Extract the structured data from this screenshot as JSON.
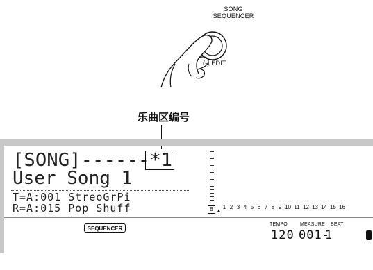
{
  "button_label": {
    "line1": "SONG",
    "line2": "SEQUENCER"
  },
  "edit_label": "(-) EDIT",
  "callout": "乐曲区编号",
  "lcd": {
    "line1": "[SONG]------*1",
    "line2": "User Song 1",
    "line3": "T=A:001 StreoGrPi",
    "line4": "R=A:015 Pop Shuff"
  },
  "meter_box": "B",
  "tracks": [
    "1",
    "2",
    "3",
    "4",
    "5",
    "6",
    "7",
    "8",
    "9",
    "10",
    "11",
    "12",
    "13",
    "14",
    "15",
    "16"
  ],
  "sequencer_label": "SEQUENCER",
  "tempo": {
    "label": "TEMPO",
    "value": "120"
  },
  "measure": {
    "label": "MEASURE",
    "value": "001-"
  },
  "beat": {
    "label": "BEAT",
    "value": "1"
  }
}
